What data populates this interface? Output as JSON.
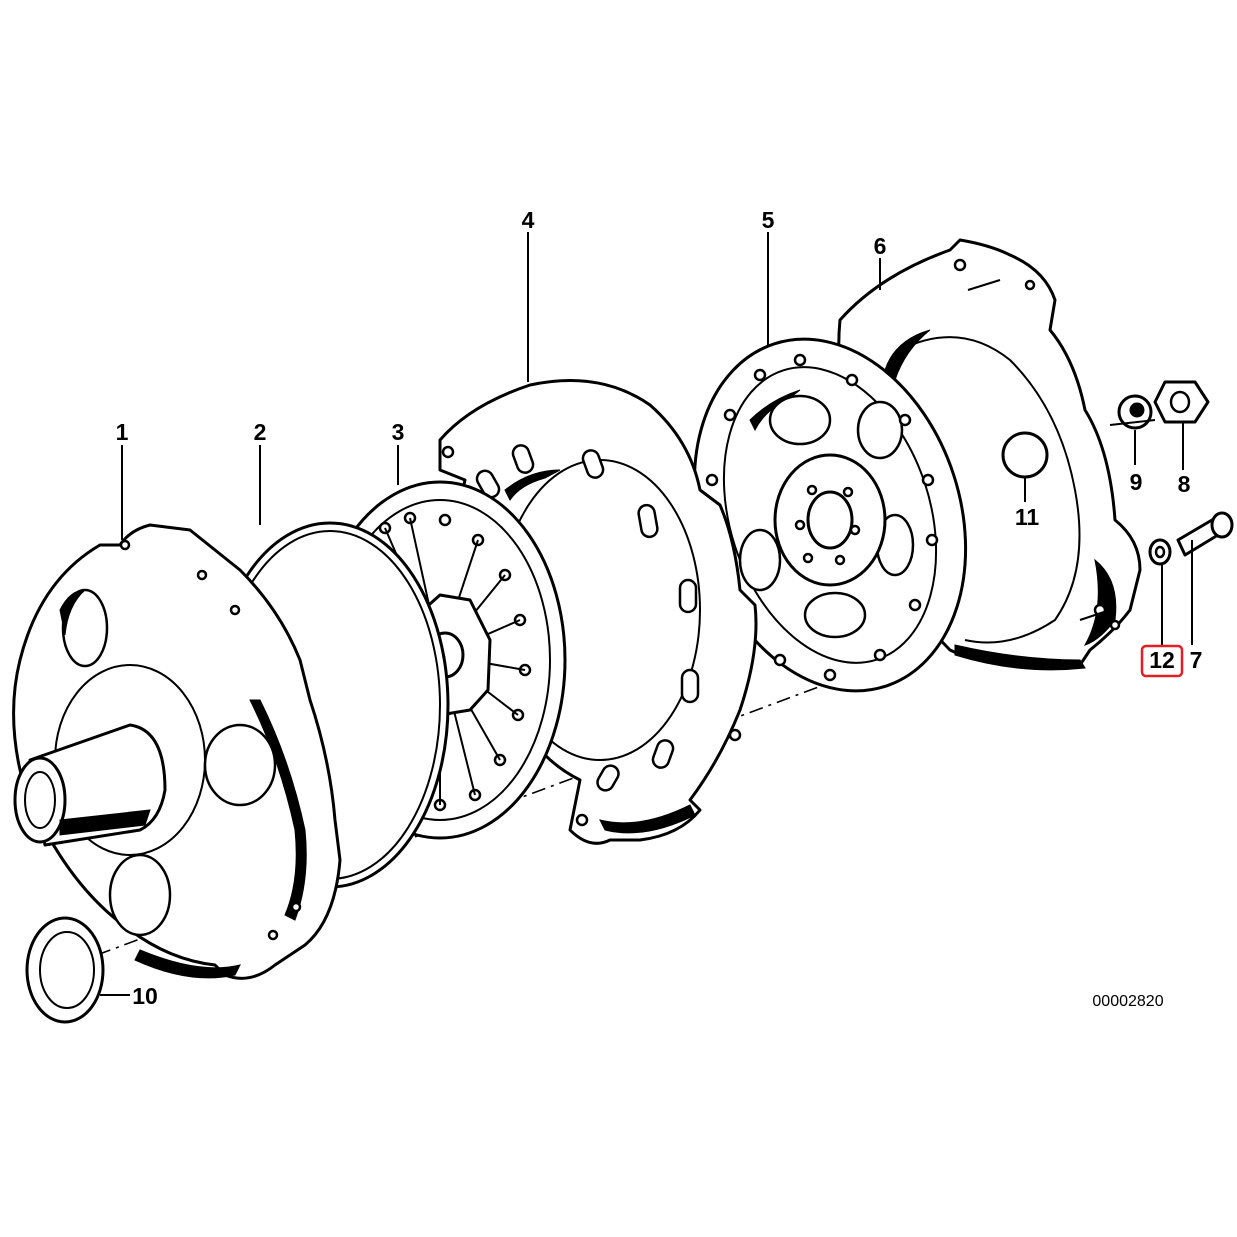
{
  "diagram": {
    "reference_number": "00002820",
    "highlighted_part": "12",
    "callouts": [
      {
        "id": "p1",
        "label": "1"
      },
      {
        "id": "p2",
        "label": "2"
      },
      {
        "id": "p3",
        "label": "3"
      },
      {
        "id": "p4",
        "label": "4"
      },
      {
        "id": "p5",
        "label": "5"
      },
      {
        "id": "p6",
        "label": "6"
      },
      {
        "id": "p7",
        "label": "7"
      },
      {
        "id": "p8",
        "label": "8"
      },
      {
        "id": "p9",
        "label": "9"
      },
      {
        "id": "p10",
        "label": "10"
      },
      {
        "id": "p11",
        "label": "11"
      },
      {
        "id": "p12",
        "label": "12"
      }
    ],
    "colors": {
      "line": "#000000",
      "background": "#ffffff",
      "highlight": "#e31e24"
    }
  }
}
